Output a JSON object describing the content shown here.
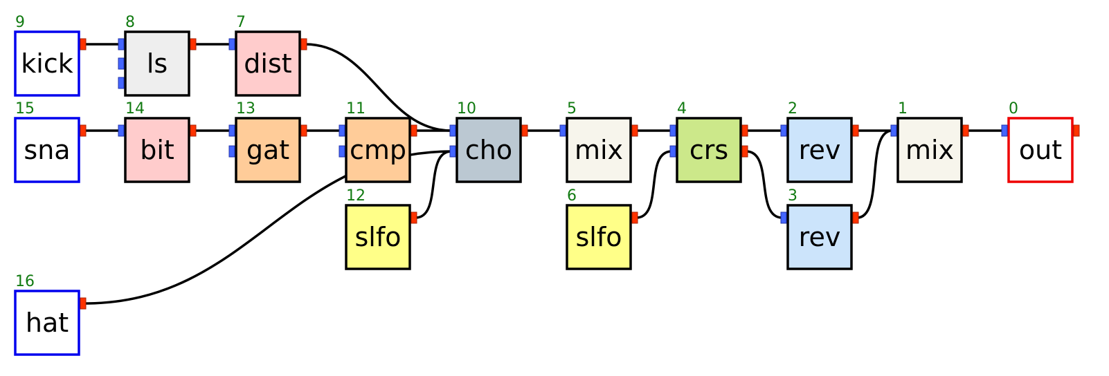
{
  "nodes": [
    {
      "id": "9",
      "label": "kick",
      "kind": "source",
      "fill": "#ffffff",
      "stroke": "#0000ee",
      "inlets": 0,
      "outlets": 1
    },
    {
      "id": "8",
      "label": "ls",
      "kind": "effect",
      "fill": "#eeeeee",
      "stroke": "#000000",
      "inlets": 3,
      "outlets": 1
    },
    {
      "id": "7",
      "label": "dist",
      "kind": "effect",
      "fill": "#ffcccc",
      "stroke": "#000000",
      "inlets": 1,
      "outlets": 1
    },
    {
      "id": "15",
      "label": "sna",
      "kind": "source",
      "fill": "#ffffff",
      "stroke": "#0000ee",
      "inlets": 0,
      "outlets": 1
    },
    {
      "id": "14",
      "label": "bit",
      "kind": "effect",
      "fill": "#ffcccc",
      "stroke": "#000000",
      "inlets": 1,
      "outlets": 1
    },
    {
      "id": "13",
      "label": "gat",
      "kind": "effect",
      "fill": "#ffcc99",
      "stroke": "#000000",
      "inlets": 2,
      "outlets": 1
    },
    {
      "id": "11",
      "label": "cmp",
      "kind": "effect",
      "fill": "#ffcc99",
      "stroke": "#000000",
      "inlets": 2,
      "outlets": 1
    },
    {
      "id": "10",
      "label": "cho",
      "kind": "effect",
      "fill": "#bbc8d2",
      "stroke": "#000000",
      "inlets": 2,
      "outlets": 1
    },
    {
      "id": "12",
      "label": "slfo",
      "kind": "lfo",
      "fill": "#ffff88",
      "stroke": "#000000",
      "inlets": 0,
      "outlets": 1
    },
    {
      "id": "16",
      "label": "hat",
      "kind": "source",
      "fill": "#ffffff",
      "stroke": "#0000ee",
      "inlets": 0,
      "outlets": 1
    },
    {
      "id": "5",
      "label": "mix",
      "kind": "mixer",
      "fill": "#f7f5ec",
      "stroke": "#000000",
      "inlets": 1,
      "outlets": 1
    },
    {
      "id": "6",
      "label": "slfo",
      "kind": "lfo",
      "fill": "#ffff88",
      "stroke": "#000000",
      "inlets": 0,
      "outlets": 1
    },
    {
      "id": "4",
      "label": "crs",
      "kind": "effect",
      "fill": "#cce88a",
      "stroke": "#000000",
      "inlets": 2,
      "outlets": 2
    },
    {
      "id": "2",
      "label": "rev",
      "kind": "effect",
      "fill": "#cce4fb",
      "stroke": "#000000",
      "inlets": 1,
      "outlets": 1
    },
    {
      "id": "3",
      "label": "rev",
      "kind": "effect",
      "fill": "#cce4fb",
      "stroke": "#000000",
      "inlets": 1,
      "outlets": 1
    },
    {
      "id": "1",
      "label": "mix",
      "kind": "mixer",
      "fill": "#f7f5ec",
      "stroke": "#000000",
      "inlets": 1,
      "outlets": 1
    },
    {
      "id": "0",
      "label": "out",
      "kind": "output",
      "fill": "#ffffff",
      "stroke": "#ee0000",
      "inlets": 1,
      "outlets": 1
    }
  ],
  "edges": [
    {
      "from": "9",
      "out": 0,
      "to": "8",
      "in": 0
    },
    {
      "from": "8",
      "out": 0,
      "to": "7",
      "in": 0
    },
    {
      "from": "7",
      "out": 0,
      "to": "10",
      "in": 0
    },
    {
      "from": "15",
      "out": 0,
      "to": "14",
      "in": 0
    },
    {
      "from": "14",
      "out": 0,
      "to": "13",
      "in": 0
    },
    {
      "from": "13",
      "out": 0,
      "to": "11",
      "in": 0
    },
    {
      "from": "11",
      "out": 0,
      "to": "10",
      "in": 0
    },
    {
      "from": "12",
      "out": 0,
      "to": "10",
      "in": 1
    },
    {
      "from": "16",
      "out": 0,
      "to": "10",
      "in": 1
    },
    {
      "from": "10",
      "out": 0,
      "to": "5",
      "in": 0
    },
    {
      "from": "5",
      "out": 0,
      "to": "4",
      "in": 0
    },
    {
      "from": "6",
      "out": 0,
      "to": "4",
      "in": 1
    },
    {
      "from": "4",
      "out": 0,
      "to": "2",
      "in": 0
    },
    {
      "from": "4",
      "out": 1,
      "to": "3",
      "in": 0
    },
    {
      "from": "2",
      "out": 0,
      "to": "1",
      "in": 0
    },
    {
      "from": "3",
      "out": 0,
      "to": "1",
      "in": 0
    },
    {
      "from": "1",
      "out": 0,
      "to": "0",
      "in": 0
    }
  ],
  "colors": {
    "inlet": "#4466ff",
    "outlet": "#ff3300",
    "wire": "#000000",
    "id_text": "#117a11"
  }
}
